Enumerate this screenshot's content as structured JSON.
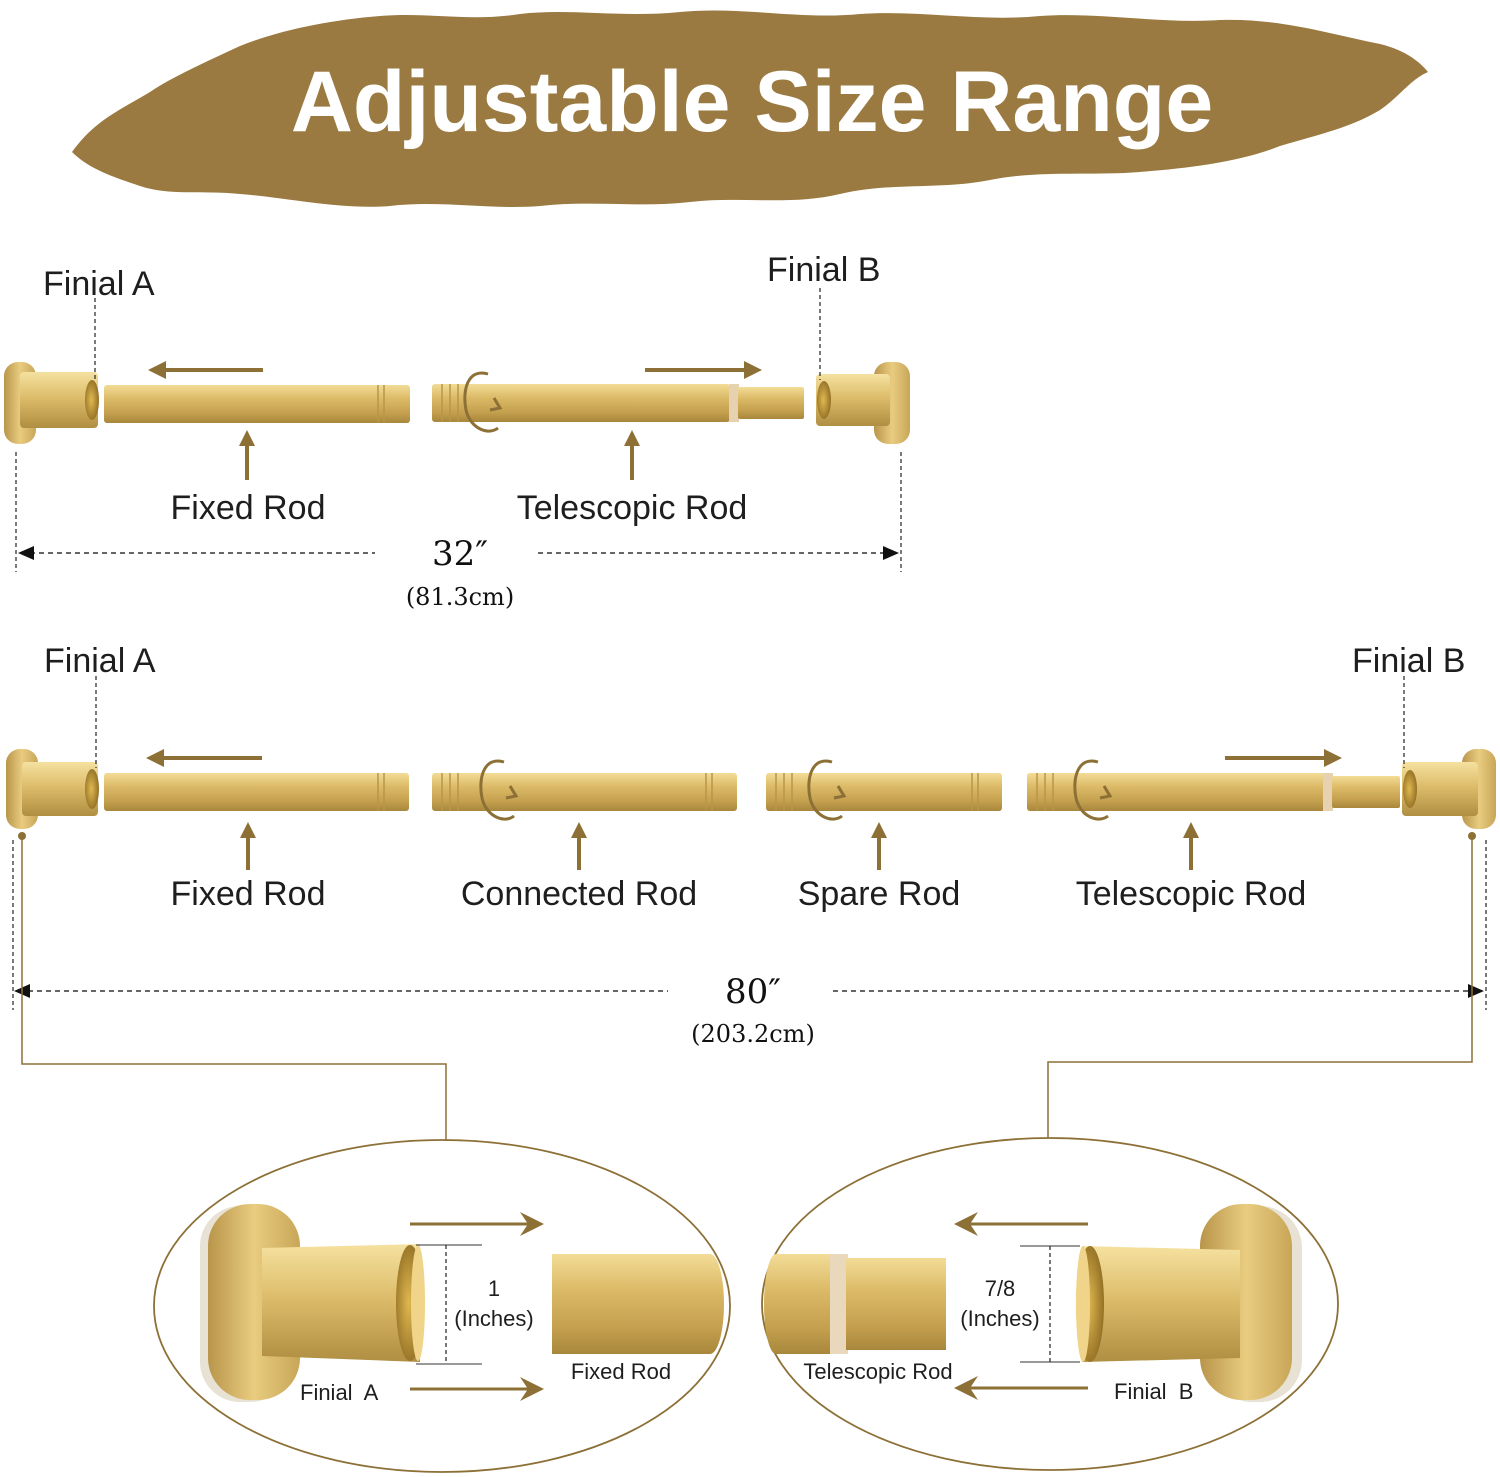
{
  "title": "Adjustable Size Range",
  "colors": {
    "banner": "#9a7a41",
    "arrow": "#8c7036",
    "gold_light": "#f0d489",
    "gold_mid": "#d8b563",
    "gold_dark": "#a9863c",
    "bore": "#8a6a25",
    "text": "#1e1e1e",
    "line": "#333333"
  },
  "short_assembly": {
    "finial_a": "Finial A",
    "finial_b": "Finial B",
    "fixed_rod": "Fixed Rod",
    "telescopic_rod": "Telescopic Rod",
    "length_in": "32″",
    "length_cm": "(81.3cm)"
  },
  "long_assembly": {
    "finial_a": "Finial A",
    "finial_b": "Finial B",
    "fixed_rod": "Fixed Rod",
    "connected_rod": "Connected Rod",
    "spare_rod": "Spare Rod",
    "telescopic_rod": "Telescopic Rod",
    "length_in": "80″",
    "length_cm": "(203.2cm)"
  },
  "detail_left": {
    "diameter": "1",
    "unit": "(Inches)",
    "finial": "Finial  A",
    "rod": "Fixed Rod"
  },
  "detail_right": {
    "diameter": "7/8",
    "unit": "(Inches)",
    "finial": "Finial  B",
    "rod": "Telescopic Rod"
  }
}
